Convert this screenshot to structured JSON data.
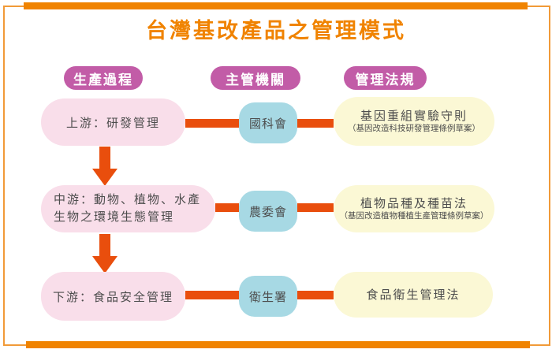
{
  "title": "台灣基改產品之管理模式",
  "columns": {
    "process": "生產過程",
    "agency": "主管機關",
    "regulation": "管理法規"
  },
  "rows": [
    {
      "process": "上游：研發管理",
      "agency": "國科會",
      "law": "基因重組實驗守則",
      "law_note": "（基因改造科技研發管理條例草案）"
    },
    {
      "process_line1": "中游：動物、植物、水產",
      "process_line2": "生物之環境生態管理",
      "agency": "農委會",
      "law": "植物品種及種苗法",
      "law_note": "（基因改造植物種植生產管理條例草案）"
    },
    {
      "process": "下游：食品安全管理",
      "agency": "衛生署",
      "law": "食品衛生管理法"
    }
  ],
  "colors": {
    "title_orange": "#F08300",
    "frame_line": "#F19A38",
    "connector_red_orange": "#E94E0D",
    "header_pill_magenta": "#C25CA7",
    "process_box_pink": "#F9DEEA",
    "agency_box_blue": "#A7D9E4",
    "law_box_yellow": "#FBF8D5",
    "box_text_gray": "#4D4D4D"
  }
}
